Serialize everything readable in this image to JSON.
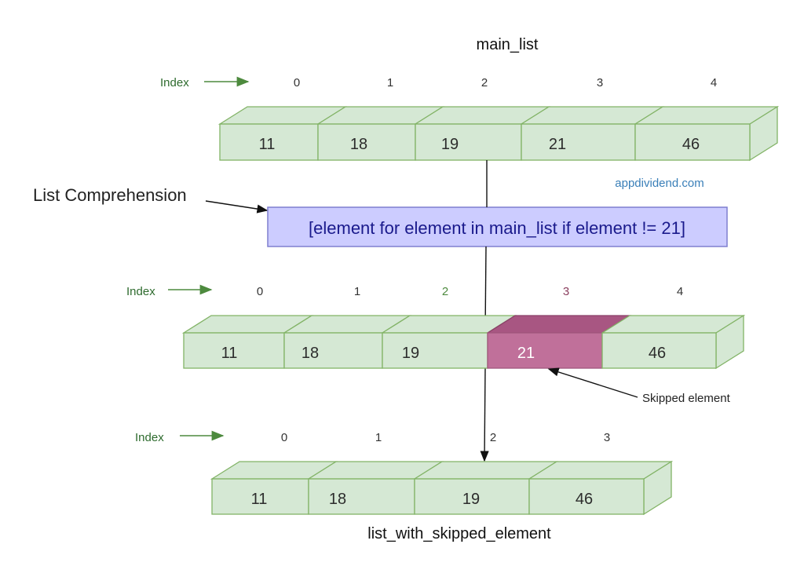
{
  "main_list": {
    "title": "main_list",
    "index_label": "Index",
    "indices": [
      "0",
      "1",
      "2",
      "3",
      "4"
    ],
    "values": [
      "11",
      "18",
      "19",
      "21",
      "46"
    ]
  },
  "brand": "appdividend.com",
  "comprehension": {
    "label": "List Comprehension",
    "code": "[element for element in main_list if element != 21]"
  },
  "middle_list": {
    "index_label": "Index",
    "indices": [
      "0",
      "1",
      "2",
      "3",
      "4"
    ],
    "values": [
      "11",
      "18",
      "19",
      "21",
      "46"
    ],
    "skipped_note": "Skipped element"
  },
  "result_list": {
    "title": "list_with_skipped_element",
    "index_label": "Index",
    "indices": [
      "0",
      "1",
      "2",
      "3"
    ],
    "values": [
      "11",
      "18",
      "19",
      "46"
    ]
  },
  "colors": {
    "cell_fill": "#d5e8d4",
    "cell_stroke": "#82b366",
    "skipped_fill": "#c0709a",
    "comprehension_fill": "#ccccff",
    "brand_blue": "#3a7fb8"
  }
}
